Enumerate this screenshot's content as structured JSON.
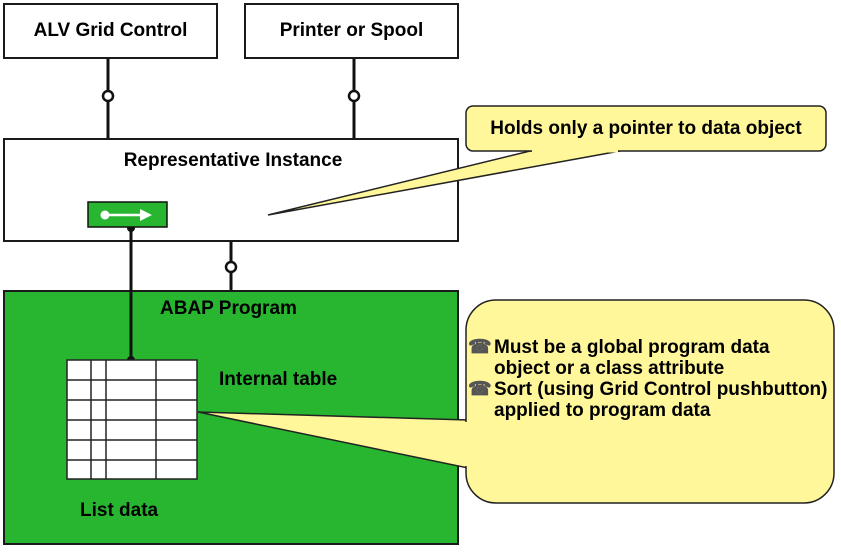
{
  "colors": {
    "green": "#28b530",
    "callout_fill": "#fff799",
    "line": "#111111"
  },
  "boxes": {
    "alv": "ALV Grid Control",
    "printer": "Printer or Spool",
    "representative": "Representative Instance",
    "abap_program": "ABAP Program",
    "internal_table": "Internal table",
    "list_data": "List data"
  },
  "icons": {
    "pointer": "pointer-arrow-icon",
    "bullet": "telephone-icon"
  },
  "callouts": {
    "pointer_note": "Holds only a pointer to data object",
    "program_notes": [
      {
        "bullet": "☎",
        "text": "Must be a global program data object or a class attribute"
      },
      {
        "bullet": "☎",
        "text": "Sort (using Grid Control pushbutton) applied to program data"
      }
    ]
  }
}
